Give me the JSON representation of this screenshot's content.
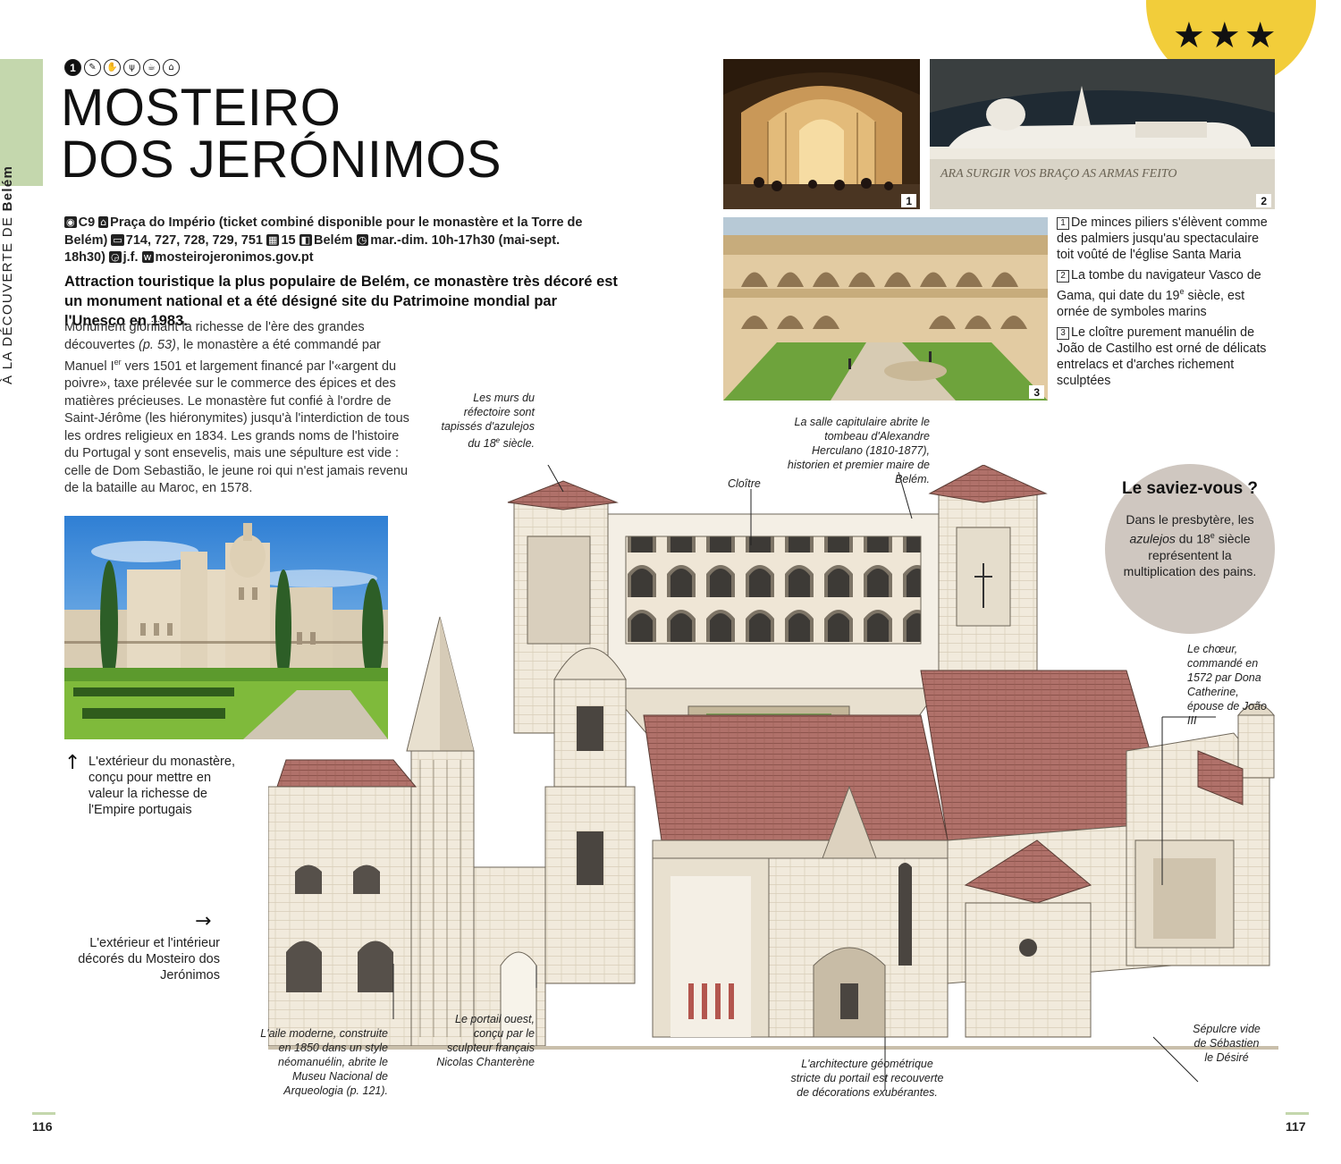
{
  "sidebar": {
    "prefix": "À LA DÉCOUVERTE DE",
    "place": "Belém"
  },
  "rating": {
    "stars": "★★★"
  },
  "icons": [
    {
      "name": "number-1-icon",
      "glyph": "1"
    },
    {
      "name": "ticket-icon",
      "glyph": "⎚"
    },
    {
      "name": "hand-icon",
      "glyph": "✋"
    },
    {
      "name": "restaurant-icon",
      "glyph": "🍴"
    },
    {
      "name": "cafe-icon",
      "glyph": "☕"
    },
    {
      "name": "shop-icon",
      "glyph": "⌂"
    }
  ],
  "title": {
    "line1": "MOSTEIRO",
    "line2": "DOS JERÓNIMOS"
  },
  "info": {
    "map_ref": "C9",
    "address": "Praça do Império (ticket combiné disponible pour le monastère et la Torre de Belém)",
    "bus": "714, 727, 728, 729, 751",
    "tram": "15",
    "train": "Belém",
    "hours": "mar.-dim. 10h-17h30 (mai-sept. 18h30)",
    "closed": "j.f.",
    "web": "mosteirojeronimos.gov.pt"
  },
  "lead": "Attraction touristique la plus populaire de Belém, ce monastère très décoré est un monument national et a été désigné site du Patrimoine mondial par l'Unesco en 1983.",
  "body": {
    "p1": "Monument glorifiant la richesse de l'ère des grandes découvertes ",
    "p1_ref": "(p. 53)",
    "p2": ", le monastère a été commandé par Manuel",
    "p2_sup": "er",
    "p2_roman": " I",
    "p3": " vers 1501 et largement financé par l'«argent du poivre», taxe prélevée sur le commerce des épices et des matières précieuses. Le monastère fut confié à l'ordre de Saint-Jérôme (les hiéronymites) jusqu'à l'interdiction de tous les ordres religieux en 1834. Les grands noms de l'histoire du Portugal y sont ensevelis, mais une sépulture est vide : celle de Dom Sebastião, le jeune roi qui n'est jamais revenu de la bataille au Maroc, en 1578."
  },
  "photos": {
    "p1_num": "1",
    "p2_num": "2",
    "p2_inscription": "ARA SURGIR VOS BRAÇO AS ARMAS FEITO",
    "p3_num": "3"
  },
  "photo_captions": [
    {
      "num": "1",
      "text": "De minces piliers s'élèvent comme des palmiers jusqu'au spectaculaire toit voûté de l'église Santa Maria"
    },
    {
      "num": "2",
      "text_a": "La tombe du navigateur Vasco de Gama, qui date du 19",
      "sup": "e",
      "text_b": " siècle, est ornée de symboles marins"
    },
    {
      "num": "3",
      "text": "Le cloître purement manuélin de João de Castilho est orné de délicats entrelacs et d'arches richement sculptées"
    }
  ],
  "exterior_caption": "L'extérieur du monastère, conçu pour mettre en valeur la richesse de l'Empire portugais",
  "illustration_caption": "L'extérieur et l'intérieur décorés du Mosteiro dos Jerónimos",
  "annotations": {
    "murs_a": "Les murs du réfectoire sont tapissés d'azulejos du 18",
    "murs_sup": "e",
    "murs_b": " siècle.",
    "salle": "La salle capitulaire abrite le tombeau d'Alexandre Herculano (1810-1877), historien et premier maire de Belém.",
    "cloitre": "Cloître",
    "choeur": "Le chœur, commandé en 1572 par Dona Catherine, épouse de João III",
    "aile": "L'aile moderne, construite en 1850 dans un style néomanuélin, abrite le Museu Nacional de Arqueologia (p. 121).",
    "portail_ouest": "Le portail ouest, conçu par le sculpteur français Nicolas Chanterène",
    "architecture": "L'architecture géométrique stricte du portail est recouverte de décorations exubérantes.",
    "sepulcre": "Sépulcre vide de Sébastien le Désiré"
  },
  "saviez": {
    "title": "Le saviez-vous ?",
    "a": "Dans le presbytère, les ",
    "em": "azulejos",
    "b": " du 18",
    "sup": "e",
    "c": " siècle représentent la multiplication des pains."
  },
  "pages": {
    "left": "116",
    "right": "117"
  },
  "colors": {
    "green": "#c4d7ad",
    "yellow": "#f2cd3a",
    "taupe": "#cfc7c0",
    "roof": "#a9665a",
    "stone": "#efe6d6"
  }
}
